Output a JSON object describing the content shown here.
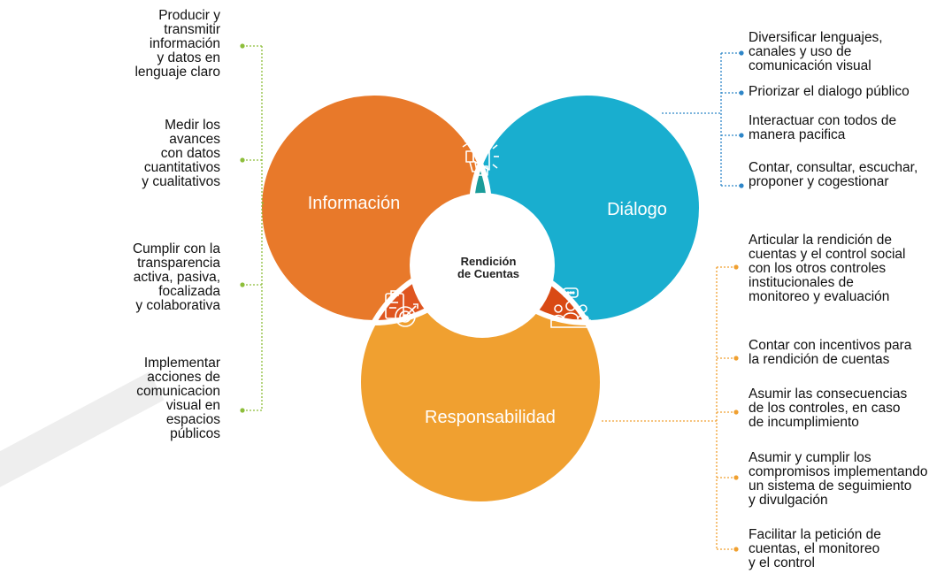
{
  "center": {
    "title": "Rendición\nde Cuentas"
  },
  "circles": {
    "informacion": {
      "label": "Información",
      "color": "#E8792A"
    },
    "dialogo": {
      "label": "Diálogo",
      "color": "#19AECF"
    },
    "responsabilidad": {
      "label": "Responsabilidad",
      "color": "#F0A030"
    }
  },
  "overlap_colors": {
    "info_dialogo": "#1A9C9A",
    "info_responsabilidad": "#DF5520",
    "dialogo_responsabilidad": "#D94A14"
  },
  "icons": {
    "info_dialogo": "megaphone-icon",
    "info_responsabilidad": "target-checklist-icon",
    "dialogo_responsabilidad": "meeting-people-icon"
  },
  "left_items": [
    "Producir y\ntransmitir\ninformación\ny datos en\nlenguaje claro",
    "Medir los\navances\ncon datos\ncuantitativos\ny cualitativos",
    "Cumplir con la\ntransparencia\nactiva, pasiva,\nfocalizada\ny colaborativa",
    "Implementar\nacciones de\ncomunicacion\nvisual en\nespacios\npúblicos"
  ],
  "right_top_items": [
    "Diversificar lenguajes,\ncanales y uso de\ncomunicación visual",
    "Priorizar el dialogo público",
    "Interactuar con todos de\nmanera pacifica",
    "Contar, consultar, escuchar,\nproponer y cogestionar"
  ],
  "right_bottom_items": [
    "Articular la rendición de\ncuentas y el control social\ncon los otros controles\ninstitucionales de\nmonitoreo y evaluación",
    "Contar con incentivos para\nla rendición de cuentas",
    "Asumir las consecuencias\nde los controles, en caso\nde incumplimiento",
    "Asumir y cumplir los\ncompromisos implementando\nun sistema de seguimiento\ny divulgación",
    "Facilitar la petición de\ncuentas, el monitoreo\ny el control"
  ],
  "connector_colors": {
    "left": "#8DBE3A",
    "right_top": "#2E86C8",
    "right_bottom": "#F0A030"
  }
}
